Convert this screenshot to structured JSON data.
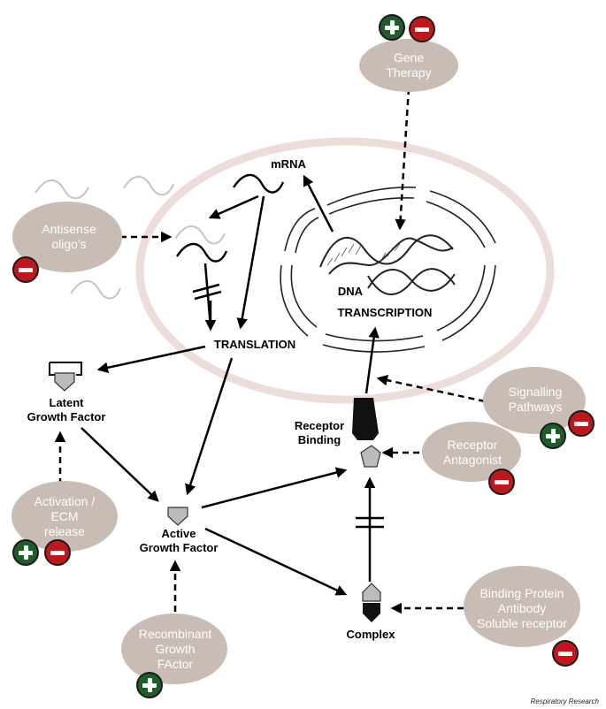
{
  "labels": {
    "mrna": "mRNA",
    "dna": "DNA",
    "transcription": "TRANSCRIPTION",
    "translation": "TRANSLATION",
    "latent_line1": "Latent",
    "latent_line2": "Growth Factor",
    "active_line1": "Active",
    "active_line2": "Growth Factor",
    "receptor_line1": "Receptor",
    "receptor_line2": "Binding",
    "complex": "Complex"
  },
  "interventions": {
    "gene_therapy": [
      "Gene",
      "Therapy"
    ],
    "antisense": [
      "Antisense",
      "oligo's"
    ],
    "signalling": [
      "Signalling",
      "Pathways"
    ],
    "receptor_antagonist": [
      "Receptor",
      "Antagonist"
    ],
    "activation": [
      "Activation /",
      "ECM",
      "release"
    ],
    "recombinant": [
      "Recombinant",
      "Growth",
      "FActor"
    ],
    "binding_protein": [
      "Binding Protein",
      "Antibody",
      "Soluble receptor"
    ]
  },
  "credit": "Respiratory Research",
  "colors": {
    "oval_fill": "#c8bcb5",
    "cell_ring": "#ecdcda",
    "plus": "#1e5c2c",
    "minus": "#c0171c"
  }
}
